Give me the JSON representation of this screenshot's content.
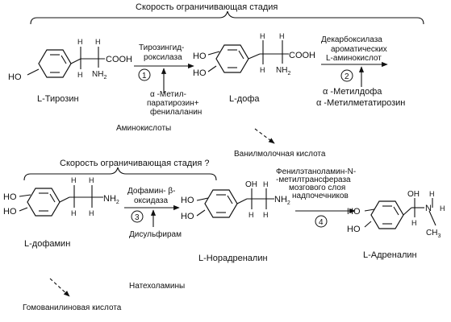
{
  "brace_labels": {
    "top": "Скорость ограничивающая стадия",
    "middle": "Скорость ограничивающая стадия ?"
  },
  "compounds": {
    "tyrosine": {
      "label": "L-Тирозин",
      "cooh": "COOH",
      "nh2": "NH",
      "nh2_sub": "2",
      "ho": "HO",
      "h1": "H",
      "h2": "H"
    },
    "dopa": {
      "label": "L-дофа",
      "cooh": "COOH",
      "nh2": "NH",
      "nh2_sub": "2",
      "ho1": "HO",
      "ho2": "HO",
      "h1": "H",
      "h2": "H"
    },
    "dopamine": {
      "label": "L-дофамин",
      "nh2": "NH",
      "nh2_sub": "2",
      "ho1": "HO",
      "ho2": "HO",
      "h1": "H",
      "h2": "H",
      "h3": "H",
      "h4": "H"
    },
    "noradrenaline": {
      "label": "L-Норадреналин",
      "nh2": "NH",
      "nh2_sub": "2",
      "ho1": "HO",
      "ho2": "HO",
      "oh": "OH",
      "h1": "H",
      "h2": "H",
      "h3": "H"
    },
    "adrenaline": {
      "label": "L-Адреналин",
      "n": "N",
      "ch3": "CH",
      "ch3_sub": "3",
      "ho1": "HO",
      "ho2": "HO",
      "oh": "OH",
      "h1": "H",
      "h2": "H",
      "h3": "H"
    }
  },
  "enzymes": {
    "e1_line1": "Тирозингид-",
    "e1_line2": "роксилаза",
    "e2_line1": "Декарбоксилаза",
    "e2_line2": "ароматических",
    "e2_line3": "L-аминокислот",
    "e3_line1": "Дофамин- β-",
    "e3_line2": "оксидаза",
    "e4_line1": "Фенилэтаноламин-N-",
    "e4_line2": "-метилтрансфераза",
    "e4_line3": "мозгового слоя",
    "e4_line4": "надпочечников"
  },
  "step_numbers": [
    "1",
    "2",
    "3",
    "4"
  ],
  "inhibitors": {
    "i1_line1": "α -Метил-",
    "i1_line2": "паратирозин+",
    "i1_line3": "фенилаланин",
    "i2_line1": "α -Метилдофа",
    "i2_line2": "α -Метилметатирозин",
    "i3": "Дисульфирам"
  },
  "group_labels": {
    "amino_acids": "Аминокислоты",
    "catecholamines": "Натехоламины"
  },
  "metabolites": {
    "vanillylmandelic": "Ванилмолочная кислота",
    "homovanillic": "Гомованилиновая кислота"
  }
}
